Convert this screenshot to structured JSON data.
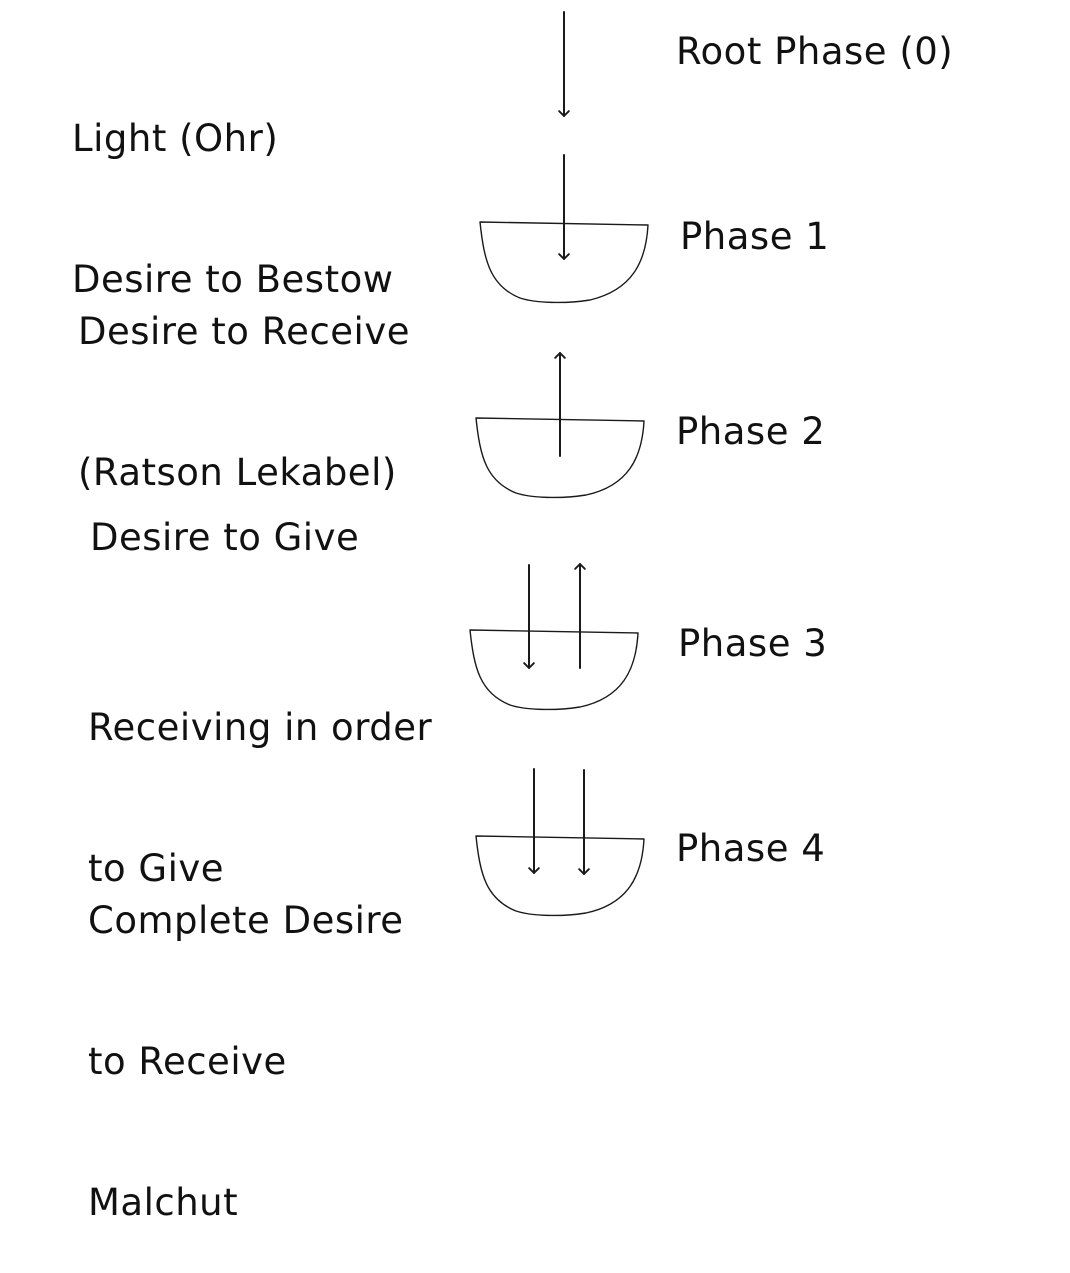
{
  "diagram": {
    "stages": [
      {
        "id": "root",
        "description_lines": [
          "Light (Ohr)",
          "Desire to Bestow"
        ],
        "phase_label": "Root Phase (0)",
        "has_vessel": false,
        "arrows": [
          "down"
        ]
      },
      {
        "id": "phase-1",
        "description_lines": [
          "Desire to Receive",
          "(Ratson Lekabel)"
        ],
        "phase_label": "Phase 1",
        "has_vessel": true,
        "arrows": [
          "down"
        ]
      },
      {
        "id": "phase-2",
        "description_lines": [
          "Desire to Give"
        ],
        "phase_label": "Phase 2",
        "has_vessel": true,
        "arrows": [
          "up"
        ]
      },
      {
        "id": "phase-3",
        "description_lines": [
          "Receiving in order",
          "to Give"
        ],
        "phase_label": "Phase 3",
        "has_vessel": true,
        "arrows": [
          "down",
          "up"
        ]
      },
      {
        "id": "phase-4",
        "description_lines": [
          "Complete Desire",
          "to Receive",
          "Malchut"
        ],
        "phase_label": "Phase 4",
        "has_vessel": true,
        "arrows": [
          "down",
          "down"
        ]
      }
    ],
    "colors": {
      "ink": "#1a1a1a",
      "background": "#ffffff"
    }
  }
}
